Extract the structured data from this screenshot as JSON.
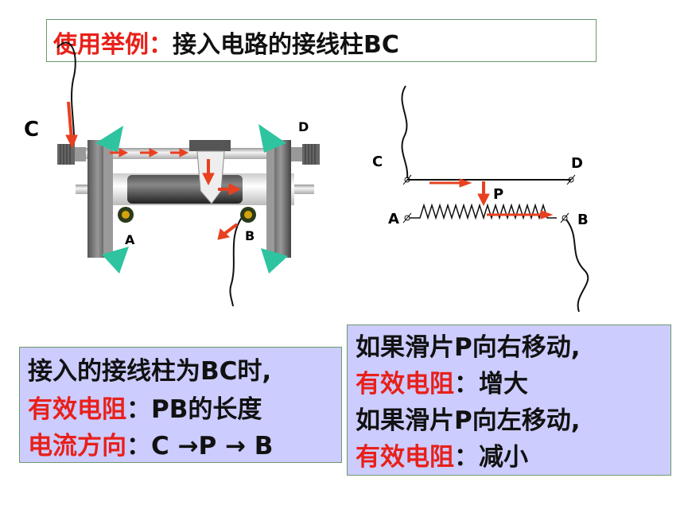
{
  "title": {
    "highlight": "使用举例：",
    "text": "接入电路的接线柱BC"
  },
  "labels": {
    "rheo_C": "C",
    "rheo_D": "D",
    "rheo_A": "A",
    "rheo_B": "B",
    "circ_C": "C",
    "circ_D": "D",
    "circ_P": "P",
    "circ_A": "A",
    "circ_B": "B"
  },
  "left_box": {
    "line1": "接入的接线柱为BC时,",
    "line2_red": "有效电阻",
    "line2_rest": "：PB的长度",
    "line3_red": "电流方向",
    "line3_rest": "：C →P → B"
  },
  "right_box": {
    "line1": "如果滑片P向右移动,",
    "line2_red": "有效电阻",
    "line2_rest": "：增大",
    "line3": "如果滑片P向左移动,",
    "line4_red": "有效电阻",
    "line4_rest": "：减小"
  },
  "colors": {
    "box_fill": "#ccccff",
    "red": "#e8201a",
    "teal": "#2ec4a0",
    "arrow": "#e84020"
  }
}
